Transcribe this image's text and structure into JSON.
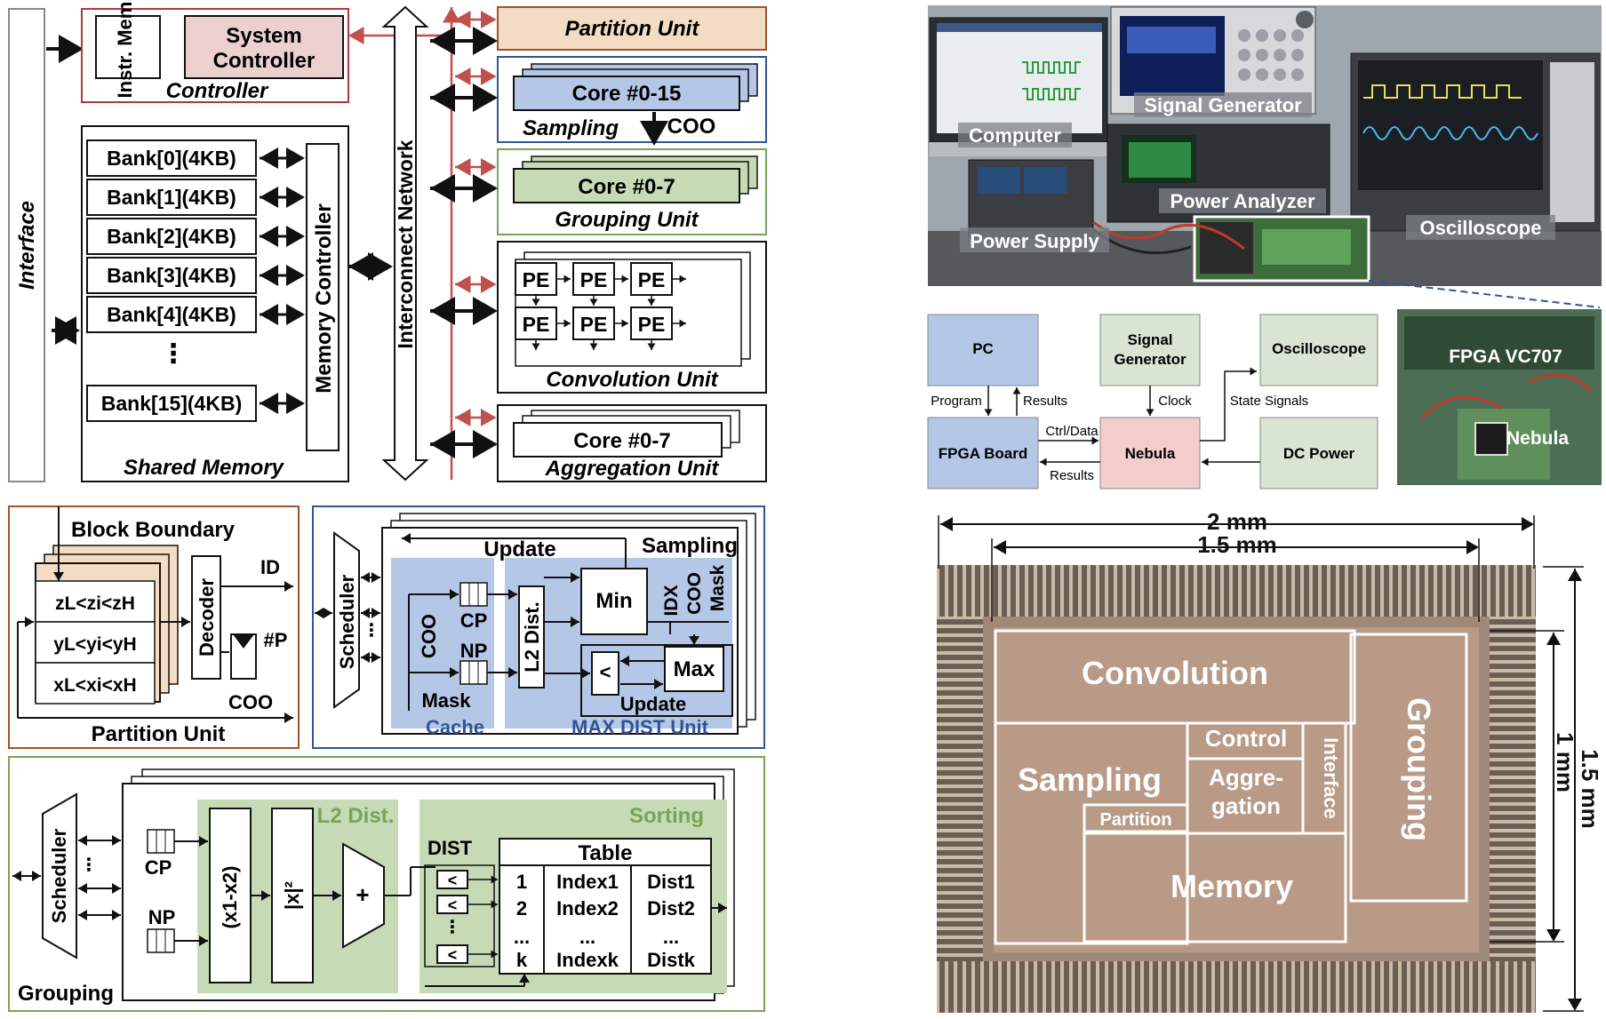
{
  "colors": {
    "partition": "#a0522d",
    "partition_fill": "#f4dcc4",
    "controller": "#b03a3a",
    "controller_fill": "#ecd0d0",
    "sampling": "#2f5597",
    "sampling_fill": "#b4c7e7",
    "grouping": "#7aa35a",
    "grouping_fill": "#c6dbb5",
    "red_arrow": "#c0504d",
    "pc_fill": "#b4c7e7",
    "nebula_fill": "#f4cccc",
    "gray_fill": "#d9e4d2",
    "die_fill": "#a08878"
  },
  "arch": {
    "interface": "Interface",
    "instr_mem": "Instr. Mem.",
    "system_controller": "System Controller",
    "controller": "Controller",
    "banks": [
      "Bank[0](4KB)",
      "Bank[1](4KB)",
      "Bank[2](4KB)",
      "Bank[3](4KB)",
      "Bank[4](4KB)",
      "⋮",
      "Bank[15](4KB)"
    ],
    "memory_controller": "Memory Controller",
    "shared_memory": "Shared Memory",
    "interconnect": "Interconnect Network",
    "partition_unit": "Partition Unit",
    "sampling_core": "Core #0-15",
    "sampling_unit": "Sampling",
    "coo": "COO",
    "grouping_core": "Core #0-7",
    "grouping_unit": "Grouping Unit",
    "pe": "PE",
    "convolution_unit": "Convolution Unit",
    "aggregation_core": "Core #0-7",
    "aggregation_unit": "Aggregation Unit"
  },
  "partition_detail": {
    "block_boundary": "Block Boundary",
    "z_cond": "zL<zi<zH",
    "y_cond": "yL<yi<yH",
    "x_cond": "xL<xi<xH",
    "decoder": "Decoder",
    "id": "ID",
    "p": "#P",
    "coo": "COO",
    "title": "Partition Unit"
  },
  "sampling_detail": {
    "scheduler": "Scheduler",
    "title": "Sampling",
    "update_top": "Update",
    "coo": "COO",
    "cp": "CP",
    "np": "NP",
    "mask": "Mask",
    "cache": "Cache",
    "l2dist": "L2 Dist.",
    "min": "Min",
    "idx": "IDX",
    "coo_out": "COO",
    "mask_out": "Mask",
    "lt": "<",
    "max": "Max",
    "update_bottom": "Update",
    "max_dist_unit": "MAX DIST Unit"
  },
  "grouping_detail": {
    "scheduler": "Scheduler",
    "cp": "CP",
    "np": "NP",
    "diff": "(x1-x2)",
    "sq": "|x|²",
    "l2dist": "L2 Dist.",
    "plus": "+",
    "dist": "DIST",
    "sorting": "Sorting",
    "table": "Table",
    "rows": [
      [
        "1",
        "Index1",
        "Dist1"
      ],
      [
        "2",
        "Index2",
        "Dist2"
      ],
      [
        "...",
        "...",
        "..."
      ],
      [
        "k",
        "Indexk",
        "Distk"
      ]
    ],
    "lt": "<",
    "title": "Grouping"
  },
  "photo_labels": {
    "computer": "Computer",
    "signal_generator": "Signal Generator",
    "power_analyzer": "Power Analyzer",
    "oscilloscope": "Oscilloscope",
    "power_supply": "Power Supply",
    "fpga": "FPGA VC707",
    "nebula": "Nebula"
  },
  "block_diagram": {
    "pc": "PC",
    "signal_generator": "Signal Generator",
    "oscilloscope": "Oscilloscope",
    "fpga_board": "FPGA Board",
    "nebula": "Nebula",
    "dc_power": "DC Power",
    "program": "Program",
    "results_up": "Results",
    "clock": "Clock",
    "state_signals": "State Signals",
    "ctrl_data": "Ctrl/Data",
    "results_back": "Results"
  },
  "die": {
    "width_2mm": "2 mm",
    "width_15mm": "1.5 mm",
    "height_15mm": "1.5 mm",
    "height_1mm": "1 mm",
    "convolution": "Convolution",
    "control": "Control",
    "sampling": "Sampling",
    "aggregation": "Aggre-gation",
    "interface": "Interface",
    "grouping": "Grouping",
    "partition": "Partition",
    "memory": "Memory"
  }
}
